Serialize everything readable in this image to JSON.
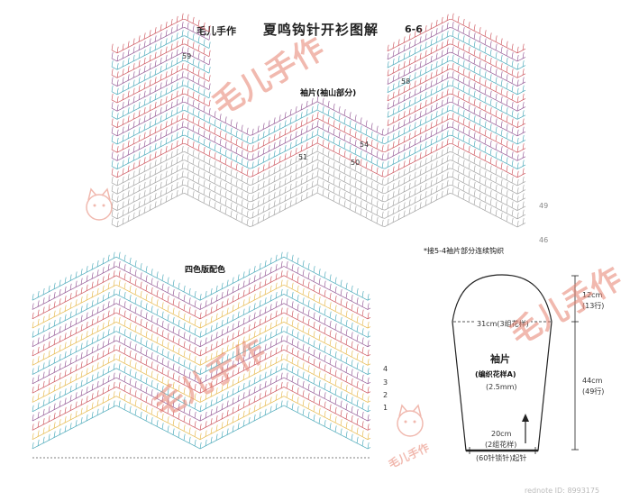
{
  "header": {
    "brand": "毛儿手作",
    "title": "夏鸣钩针开衫图解",
    "page": "6-6"
  },
  "top_chart": {
    "label": "袖片(袖山部分)",
    "row_labels": [
      "59",
      "58",
      "54",
      "51",
      "50",
      "49",
      "46"
    ],
    "note": "*接5-4袖片部分连续钩织"
  },
  "bottom_chart": {
    "label": "四色版配色",
    "row_labels": [
      "4",
      "3",
      "2",
      "1"
    ]
  },
  "schematic": {
    "cap_height": "12cm",
    "cap_rows": "(13行)",
    "upper_width": "31cm(3组花样)",
    "name": "袖片",
    "stitch": "(编织花样A)",
    "hook": "(2.5mm)",
    "body_height": "44cm",
    "body_rows": "(49行)",
    "lower_width": "20cm",
    "lower_repeats": "(2组花样)",
    "cast_on": "(60针锁针)起针"
  },
  "watermark": {
    "text": "毛儿手作",
    "footer": "rednote ID: 8993175"
  },
  "colors": {
    "red": "#c8464f",
    "teal": "#3aa1b3",
    "yellow": "#e3b23c",
    "purple": "#8a4a8c",
    "gray": "#9a9a9a",
    "watermark": "#e5806e"
  }
}
